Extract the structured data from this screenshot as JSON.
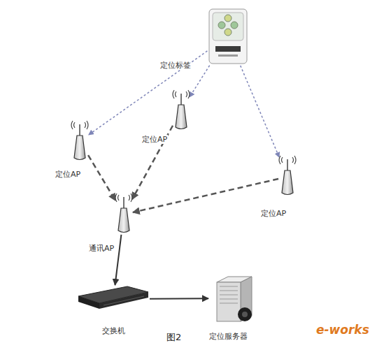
{
  "diagram": {
    "caption": "图2",
    "nodes": [
      {
        "text": [
          "定位标签"
        ]
      },
      {
        "text": [
          "定位AP"
        ]
      },
      {
        "text": [
          "定位AP"
        ]
      },
      {
        "text": [
          "定位AP"
        ]
      },
      {
        "text": [
          "通讯AP"
        ]
      },
      {
        "text": [
          "交换机"
        ]
      },
      {
        "text": [
          "定位服务器"
        ]
      }
    ],
    "edges": [
      {
        "from": 0,
        "to": 1,
        "arrow": "to"
      },
      {
        "from": 0,
        "to": 2,
        "arrow": "to"
      },
      {
        "from": 0,
        "to": 3,
        "arrow": "to"
      },
      {
        "from": 1,
        "to": 4,
        "arrow": "to"
      },
      {
        "from": 2,
        "to": 4,
        "arrow": "to"
      },
      {
        "from": 3,
        "to": 4,
        "arrow": "to"
      },
      {
        "from": 4,
        "to": 5,
        "arrow": "to"
      },
      {
        "from": 5,
        "to": 6,
        "arrow": "to"
      }
    ],
    "labels": [
      "e-works"
    ]
  }
}
